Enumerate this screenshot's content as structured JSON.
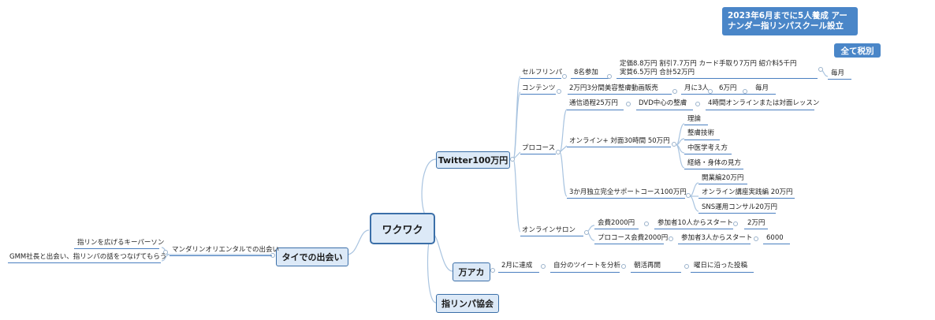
{
  "notes": {
    "goal": "2023年6月までに5人養成 アーナンダー指リンパスクール設立",
    "tax": "全て税別"
  },
  "root": "ワクワク",
  "branches": {
    "twitter": "Twitter100万円",
    "thai": "タイでの出会い",
    "mana": "万アカ",
    "assoc": "指リンパ協会"
  },
  "self": {
    "label": "セルフリンパ",
    "count": "8名参加",
    "price_line1": "定価8.8万円 割引7.7万円 カード手取り7万円 紹介料5千円",
    "price_line2": "実質6.5万円 合計52万円",
    "freq": "毎月"
  },
  "content": {
    "label": "コンテンツ",
    "item": "2万円3分間美容整膚動画販売",
    "monthly": "月に3人",
    "amount": "6万円",
    "freq": "毎月"
  },
  "pro": {
    "label": "プロコース",
    "corr": "通信過程25万円",
    "dvd": "DVD中心の整膚",
    "lesson": "4時間オンラインまたは対面レッスン",
    "online30": "オンライン+ 対面30時間 50万円",
    "theory": "理論",
    "tech": "整膚技術",
    "tcm": "中医学考え方",
    "meridian": "経絡・身体の見方",
    "support": "3か月独立完全サポートコース100万円",
    "start": "開業編20万円",
    "course": "オンライン講座実践編 20万円",
    "sns": "SNS運用コンサル20万円"
  },
  "salon": {
    "label": "オンラインサロン",
    "fee": "会費2000円",
    "start10": "参加者10人からスタート",
    "amount1": "2万円",
    "profee": "プロコース会費2000円",
    "start3": "参加者3人からスタート",
    "amount2": "6000"
  },
  "thai": {
    "meet": "マンダリンオリエンタルでの出会い",
    "keyperson": "指リンを広げるキーパーソン",
    "gmm": "GMM社長と出会い、指リンパの話をつなげてもらう"
  },
  "mana": {
    "achieve": "2月に達成",
    "analyze": "自分のツイートを分析",
    "resume": "朝活再開",
    "post": "曜日に沿った投稿"
  }
}
